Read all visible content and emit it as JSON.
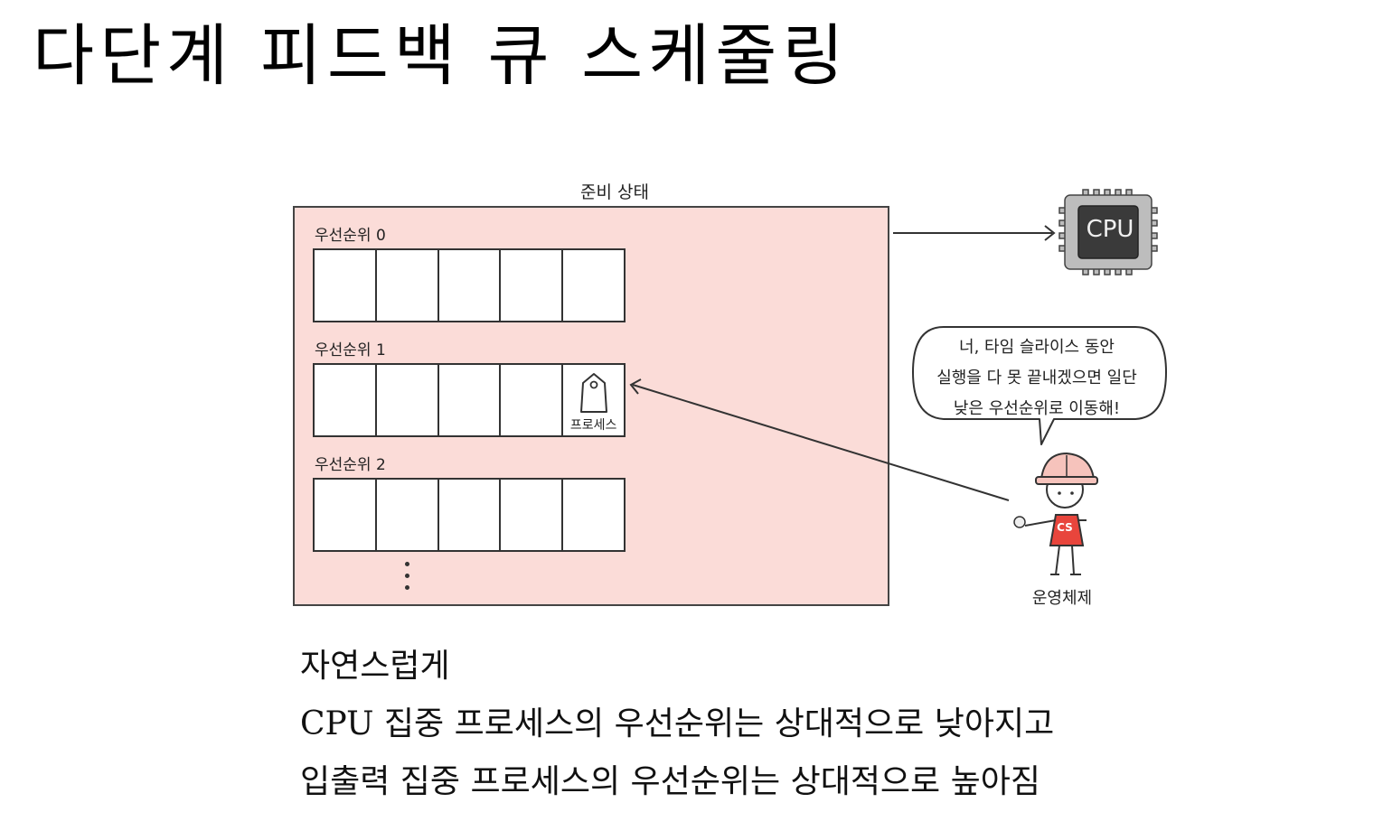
{
  "title": "다단계 피드백 큐 스케줄링",
  "diagram": {
    "ready_state_label": "준비 상태",
    "queues": [
      {
        "label": "우선순위 0"
      },
      {
        "label": "우선순위 1"
      },
      {
        "label": "우선순위 2"
      }
    ],
    "process_label": "프로세스",
    "cpu_label": "CPU",
    "speech_bubble": {
      "lines": [
        "너, 타임 슬라이스 동안",
        "실행을 다 못 끝내겠으면 일단",
        "낮은 우선순위로 이동해!"
      ]
    },
    "character_shirt_text": "CS",
    "os_label": "운영체제"
  },
  "caption": {
    "lines": [
      "자연스럽게",
      "CPU 집중 프로세스의 우선순위는 상대적으로 낮아지고",
      "입출력 집중 프로세스의 우선순위는 상대적으로 높아짐"
    ]
  },
  "colors": {
    "ready_box_fill": "#fbdcd8",
    "cpu_body": "#bdbdbd",
    "cpu_core": "#3a3a3a",
    "helmet": "#f6c3bc",
    "shirt": "#e8453c"
  }
}
